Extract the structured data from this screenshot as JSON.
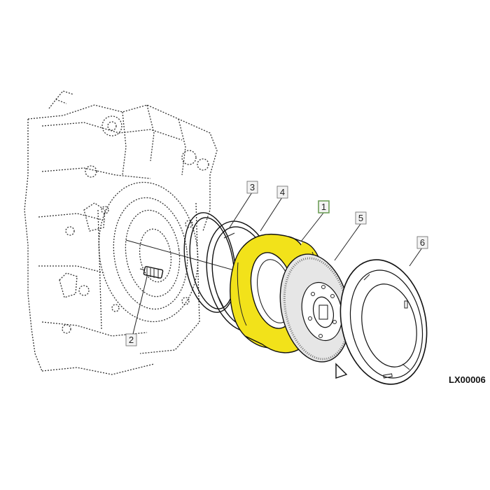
{
  "diagram": {
    "reference_code": "LX00006",
    "callouts": [
      {
        "id": "callout-1",
        "label": "1",
        "highlighted": true
      },
      {
        "id": "callout-2",
        "label": "2",
        "highlighted": false
      },
      {
        "id": "callout-3",
        "label": "3",
        "highlighted": false
      },
      {
        "id": "callout-4",
        "label": "4",
        "highlighted": false
      },
      {
        "id": "callout-5",
        "label": "5",
        "highlighted": false
      },
      {
        "id": "callout-6",
        "label": "6",
        "highlighted": false
      }
    ],
    "colors": {
      "highlight_fill": "#f2e21a",
      "highlight_border": "#6fa05a",
      "line": "#111111",
      "label_box": "#f3f3f3"
    }
  }
}
